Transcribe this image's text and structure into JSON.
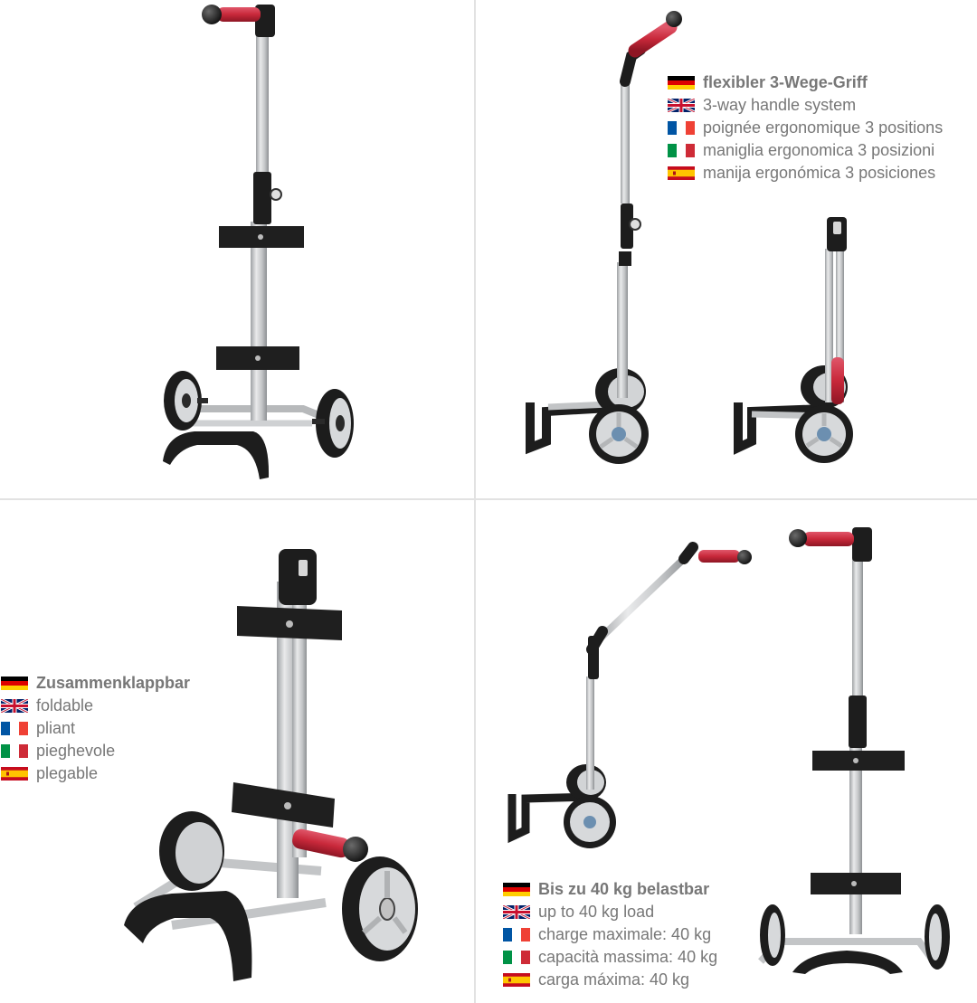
{
  "colors": {
    "background": "#ffffff",
    "text": "#777777",
    "divider": "#e2e2e2",
    "handle_red": "#c8283a",
    "frame_silver": "#c9cbcd",
    "plastic_black": "#1f1f1f"
  },
  "features": {
    "handle": {
      "items": [
        {
          "flag": "de-flag-icon",
          "text": "flexibler 3-Wege-Griff"
        },
        {
          "flag": "uk-flag-icon",
          "text": "3-way handle system"
        },
        {
          "flag": "fr-flag-icon",
          "text": "poignée ergonomique 3 positions"
        },
        {
          "flag": "it-flag-icon",
          "text": "maniglia ergonomica 3 posizioni"
        },
        {
          "flag": "es-flag-icon",
          "text": "manija ergonómica 3 posiciones"
        }
      ]
    },
    "foldable": {
      "items": [
        {
          "flag": "de-flag-icon",
          "text": "Zusammenklappbar"
        },
        {
          "flag": "uk-flag-icon",
          "text": "foldable"
        },
        {
          "flag": "fr-flag-icon",
          "text": "pliant"
        },
        {
          "flag": "it-flag-icon",
          "text": "pieghevole"
        },
        {
          "flag": "es-flag-icon",
          "text": "plegable"
        }
      ]
    },
    "load": {
      "items": [
        {
          "flag": "de-flag-icon",
          "text": "Bis zu 40 kg belastbar"
        },
        {
          "flag": "uk-flag-icon",
          "text": "up to 40 kg load"
        },
        {
          "flag": "fr-flag-icon",
          "text": "charge maximale: 40 kg"
        },
        {
          "flag": "it-flag-icon",
          "text": "capacità massima: 40 kg"
        },
        {
          "flag": "es-flag-icon",
          "text": "carga máxima: 40 kg"
        }
      ]
    }
  }
}
